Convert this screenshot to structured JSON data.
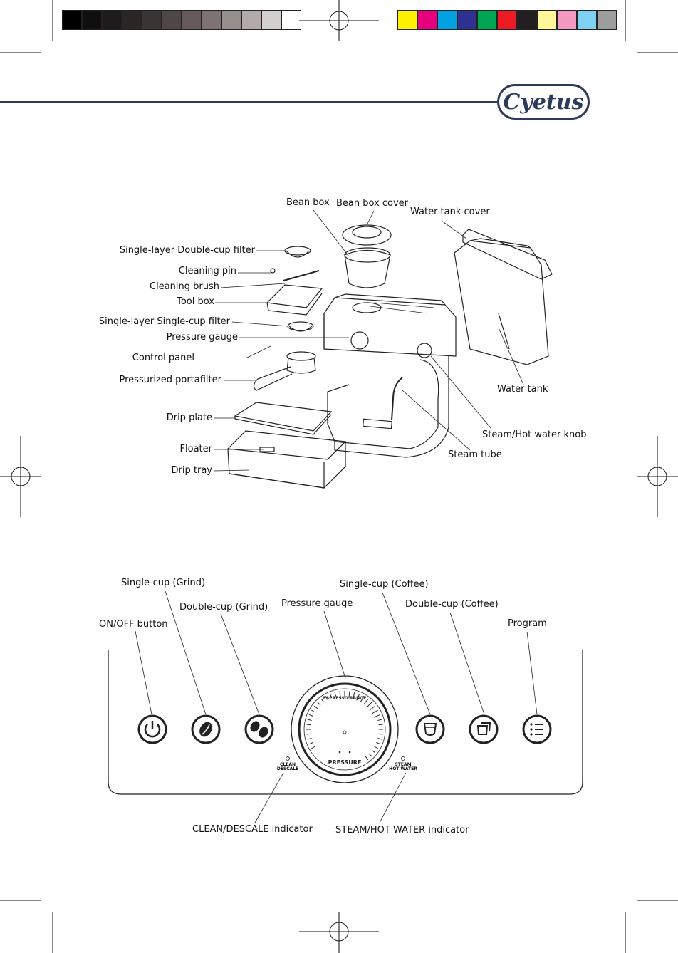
{
  "brand": {
    "logo": "Cyetus",
    "rule_color": "#2c3a5c"
  },
  "color_bar_left": [
    "#000000",
    "#0f0f0f",
    "#1c1a1a",
    "#2a2626",
    "#3b3434",
    "#4f4646",
    "#655b5b",
    "#7d7373",
    "#968d8d",
    "#b3abab",
    "#d4cfcf",
    "#ffffff"
  ],
  "color_bar_right": [
    "#fff200",
    "#e6007e",
    "#00a0e3",
    "#2e3192",
    "#00a651",
    "#ed1c24",
    "#231f20",
    "#fff799",
    "#f49ac1",
    "#7fd1f4",
    "#9d9d9c"
  ],
  "parts_diagram": {
    "left_labels": [
      "Single-layer Double-cup filter",
      "Cleaning pin",
      "Cleaning brush",
      "Tool box",
      "Single-layer Single-cup filter",
      "Pressure gauge",
      "Control panel",
      "Pressurized portafilter",
      "Drip plate",
      "Floater",
      "Drip tray"
    ],
    "top_labels": [
      "Bean box",
      "Bean box cover",
      "Water tank cover"
    ],
    "right_labels": [
      "Water tank",
      "Steam/Hot water knob",
      "Steam tube"
    ]
  },
  "control_panel": {
    "top_labels": [
      "Single-cup (Grind)",
      "Double-cup (Grind)",
      "ON/OFF button",
      "Pressure gauge",
      "Single-cup (Coffee)",
      "Double-cup (Coffee)",
      "Program"
    ],
    "bottom_labels": [
      "CLEAN/DESCALE indicator",
      "STEAM/HOT WATER indicator"
    ],
    "panel_text": {
      "clean": "CLEAN",
      "descale": "DESCALE",
      "steam": "STEAM",
      "hot_water": "HOT WATER",
      "pressure": "PRESSURE",
      "espresso_range": "ESPRESSO RANGE"
    }
  }
}
